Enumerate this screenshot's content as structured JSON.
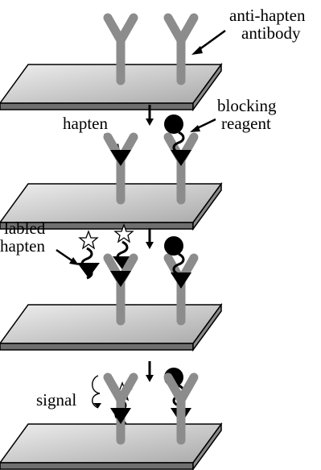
{
  "labels": {
    "antibody_line1": "anti-hapten",
    "antibody_line2": "antibody",
    "hapten": "hapten",
    "blocking_line1": "blocking",
    "blocking_line2": "reagent",
    "labled_line1": "labled",
    "labled_line2": "hapten",
    "signal": "signal"
  },
  "colors": {
    "antibody": "#8c8c8c",
    "plate_top": "#c8c8c8",
    "plate_side": "#777777",
    "hapten": "#000000",
    "ink": "#000000"
  },
  "icons": [
    "antibody-y-icon",
    "plate-icon",
    "hapten-triangle-icon",
    "blocking-ball-icon",
    "star-label-icon",
    "signal-swirl-icon",
    "arrow-down-icon"
  ]
}
